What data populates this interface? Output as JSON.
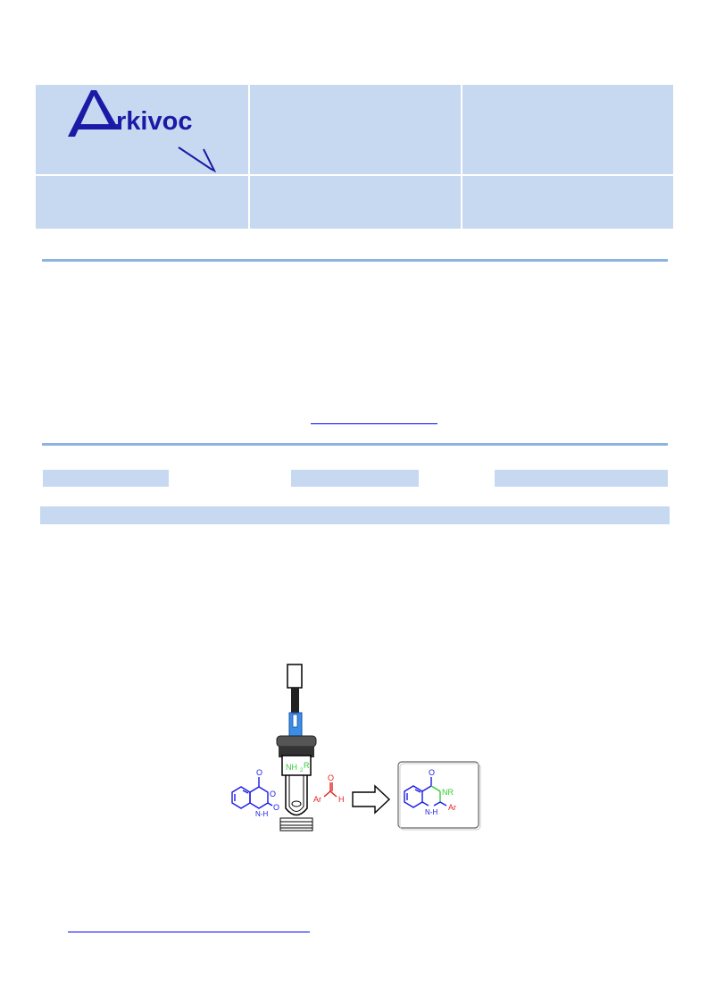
{
  "journal": {
    "logo_text": "rkivoc",
    "logo_color": "#1a1aa6",
    "header_color": "#c6d9f1",
    "rule_color": "#8db3e2"
  },
  "graphical_abstract": {
    "anhydride_label": "N-H",
    "anhydride_o_labels": [
      "O",
      "O",
      "O"
    ],
    "amine_label": "NH",
    "amine_sub": "2",
    "amine_r": "R",
    "aldehyde_ar": "Ar",
    "aldehyde_h": "H",
    "aldehyde_o": "O",
    "product_o": "O",
    "product_nr": "NR",
    "product_nh": "N-H",
    "product_ar": "Ar",
    "colors": {
      "anhydride": "#1a1ae6",
      "amine": "#33cc33",
      "aldehyde": "#e62020",
      "product_core": "#1a1ae6"
    }
  }
}
